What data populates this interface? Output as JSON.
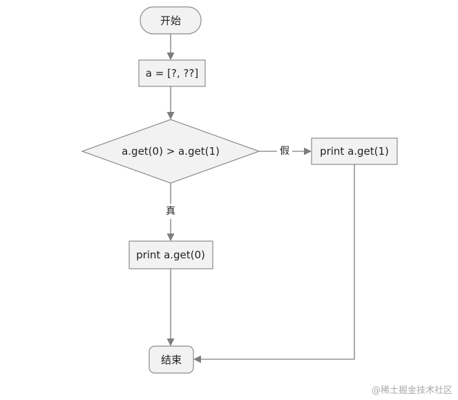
{
  "nodes": {
    "start": "开始",
    "init": "a = [?, ??]",
    "decision": "a.get(0) > a.get(1)",
    "print_second": "print a.get(1)",
    "print_first": "print a.get(0)",
    "end": "结束"
  },
  "edges": {
    "false_label": "假",
    "true_label": "真"
  },
  "watermark": "@稀土掘金技术社区"
}
